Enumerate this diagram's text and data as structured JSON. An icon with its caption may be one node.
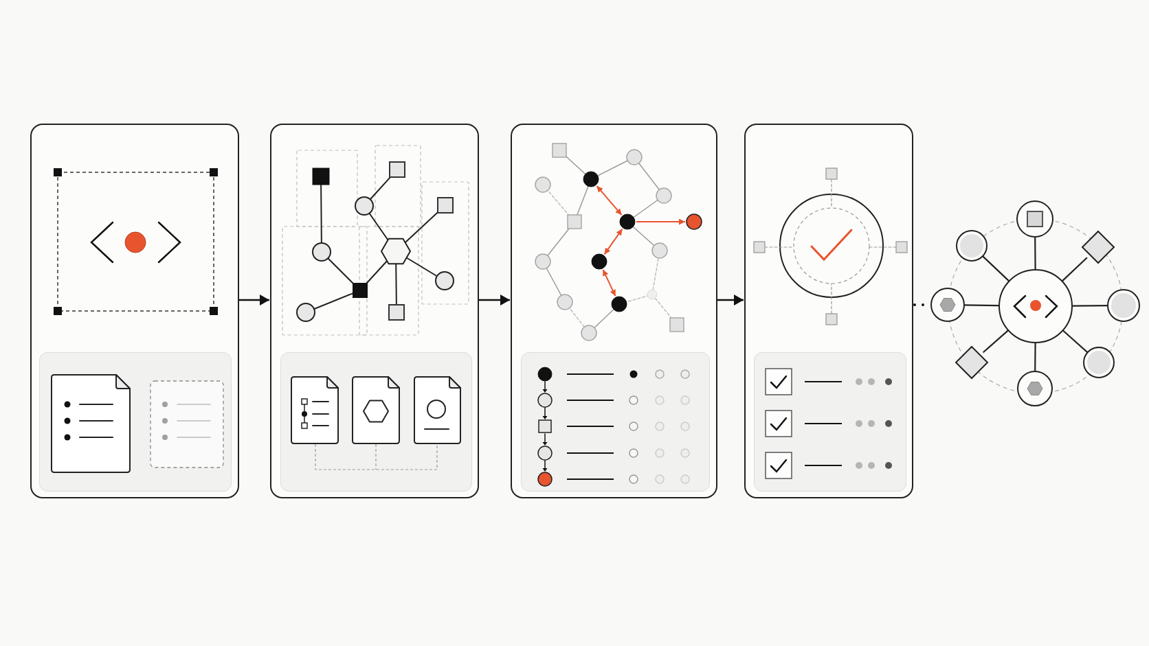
{
  "diagram": {
    "nodes": [
      {
        "text": [],
        "shape": "box"
      },
      {
        "text": [],
        "shape": "box"
      },
      {
        "text": [],
        "shape": "box"
      },
      {
        "text": [],
        "shape": "box"
      },
      {
        "text": [],
        "shape": "picture"
      }
    ],
    "edges": [
      {
        "from": 0,
        "to": 1,
        "arrow": "to"
      },
      {
        "from": 1,
        "to": 2,
        "arrow": "to"
      },
      {
        "from": 2,
        "to": 3,
        "arrow": "to"
      },
      {
        "from": 3,
        "to": 4,
        "arrow": "none",
        "style": "dashed"
      }
    ]
  }
}
